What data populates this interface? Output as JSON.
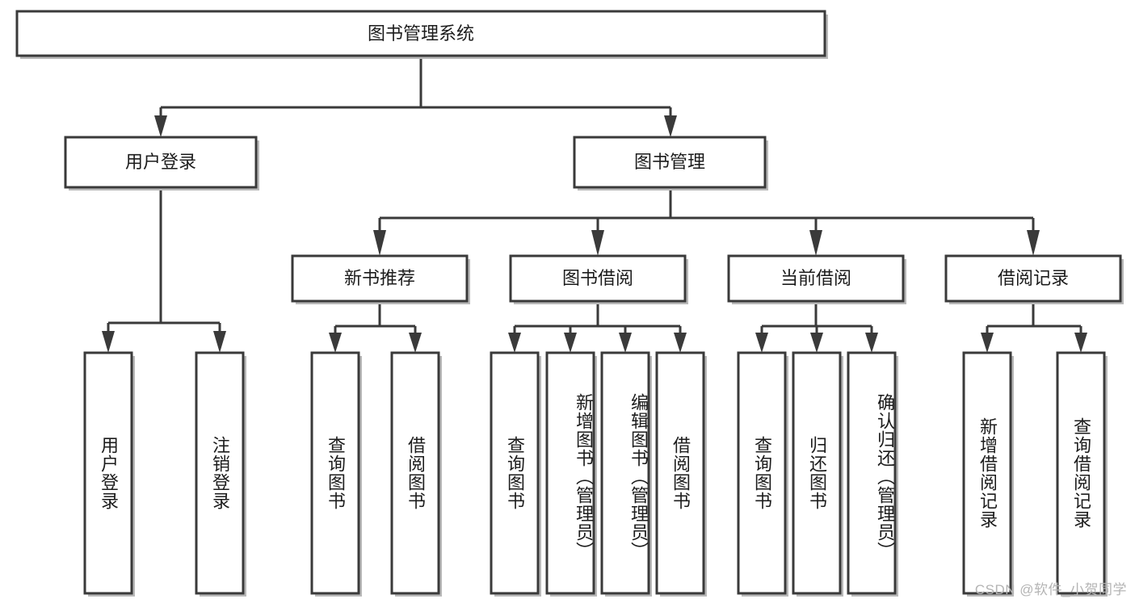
{
  "diagram": {
    "type": "tree",
    "title": "图书管理系统",
    "watermark": "CSDN @软件_小贺同学",
    "colors": {
      "box_stroke": "#3a3a3a",
      "box_fill": "#ffffff",
      "shadow": "#b9b9b9",
      "text": "#1c1c1c",
      "watermark": "#b4b4b4"
    },
    "levels": {
      "root": {
        "label": "图书管理系统"
      },
      "level2": [
        {
          "label": "用户登录"
        },
        {
          "label": "图书管理"
        }
      ],
      "level3": [
        {
          "label": "新书推荐"
        },
        {
          "label": "图书借阅"
        },
        {
          "label": "当前借阅"
        },
        {
          "label": "借阅记录"
        }
      ]
    },
    "leaves": {
      "user_login": [
        {
          "label": "用户登录"
        },
        {
          "label": "注销登录"
        }
      ],
      "new_book_recommend": [
        {
          "label": "查询图书"
        },
        {
          "label": "借阅图书"
        }
      ],
      "book_borrow": [
        {
          "label": "查询图书"
        },
        {
          "label": "新增图书（管理员）"
        },
        {
          "label": "编辑图书（管理员）"
        },
        {
          "label": "借阅图书"
        }
      ],
      "current_borrow": [
        {
          "label": "查询图书"
        },
        {
          "label": "归还图书"
        },
        {
          "label": "确认归还（管理员）"
        }
      ],
      "borrow_record": [
        {
          "label": "新增借阅记录"
        },
        {
          "label": "查询借阅记录"
        }
      ]
    }
  }
}
